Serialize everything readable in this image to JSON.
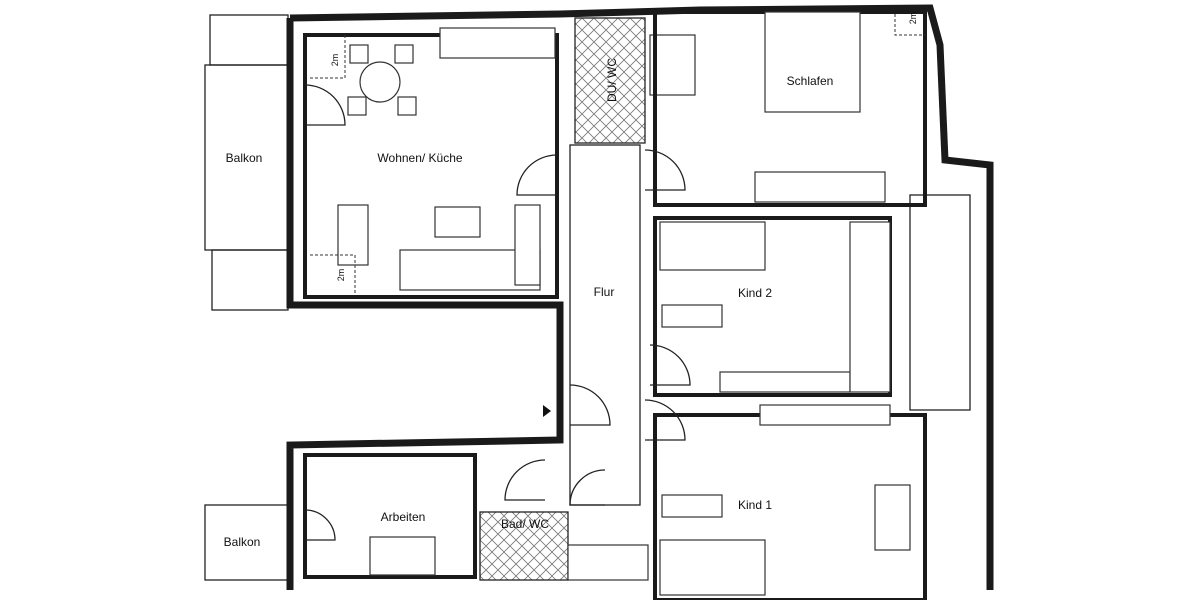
{
  "rooms": {
    "balcony_top": "Balkon",
    "living_kitchen": "Wohnen/ Küche",
    "shower_wc": "DU/ WC",
    "bedroom": "Schlafen",
    "hallway": "Flur",
    "child2": "Kind 2",
    "child1": "Kind 1",
    "office": "Arbeiten",
    "bath_wc": "Bad/ WC",
    "balcony_bottom": "Balkon"
  },
  "dimensions": {
    "kitchen_top": "2m",
    "kitchen_bottom": "2m",
    "bedroom_top": "2m"
  }
}
